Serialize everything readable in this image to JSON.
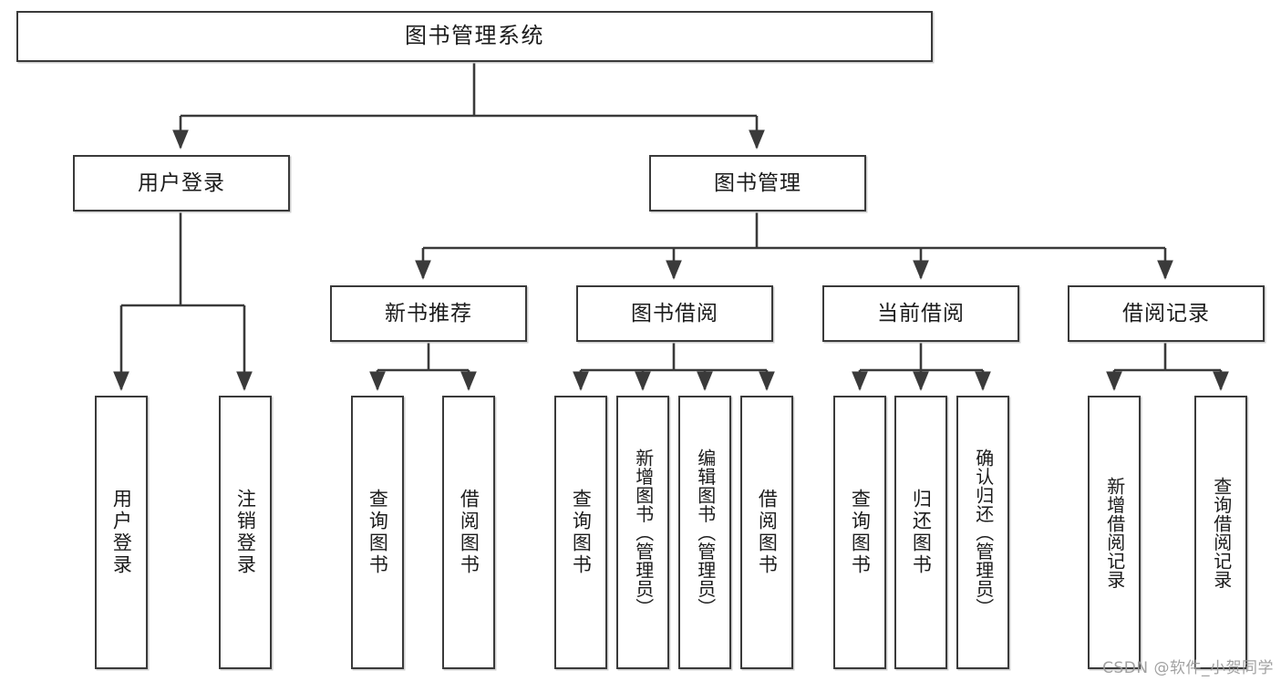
{
  "diagram": {
    "title": "图书管理系统",
    "type": "hierarchy-tree",
    "stroke_color": "#3a3a3a",
    "fill_color": "#ffffff",
    "text_color": "#1b1b1b",
    "watermark": "CSDN @软件_小贺同学",
    "levels": {
      "root": [
        "图书管理系统"
      ],
      "level1": [
        "用户登录",
        "图书管理"
      ],
      "level2": [
        "新书推荐",
        "图书借阅",
        "当前借阅",
        "借阅记录"
      ],
      "leaves": [
        "用户登录",
        "注销登录",
        "查询图书",
        "借阅图书",
        "查询图书",
        "新增图书（管理员）",
        "编辑图书（管理员）",
        "借阅图书",
        "查询图书",
        "归还图书",
        "确认归还（管理员）",
        "新增借阅记录",
        "查询借阅记录"
      ]
    },
    "nodes": {
      "root": {
        "label": "图书管理系统"
      },
      "user_login": {
        "label": "用户登录"
      },
      "book_manage": {
        "label": "图书管理"
      },
      "new_book_rec": {
        "label": "新书推荐"
      },
      "book_borrow": {
        "label": "图书借阅"
      },
      "current_borrow": {
        "label": "当前借阅"
      },
      "borrow_record": {
        "label": "借阅记录"
      },
      "leaf_user_login": {
        "label": "用户登录"
      },
      "leaf_logout": {
        "label": "注销登录"
      },
      "leaf_query_book_a": {
        "label": "查询图书"
      },
      "leaf_borrow_book_a": {
        "label": "借阅图书"
      },
      "leaf_query_book_b": {
        "label": "查询图书"
      },
      "leaf_add_book": {
        "label": "新增图书（管理员）"
      },
      "leaf_edit_book": {
        "label": "编辑图书（管理员）"
      },
      "leaf_borrow_book_b": {
        "label": "借阅图书"
      },
      "leaf_query_book_c": {
        "label": "查询图书"
      },
      "leaf_return_book": {
        "label": "归还图书"
      },
      "leaf_confirm_return": {
        "label": "确认归还（管理员）"
      },
      "leaf_add_record": {
        "label": "新增借阅记录"
      },
      "leaf_query_record": {
        "label": "查询借阅记录"
      }
    }
  }
}
